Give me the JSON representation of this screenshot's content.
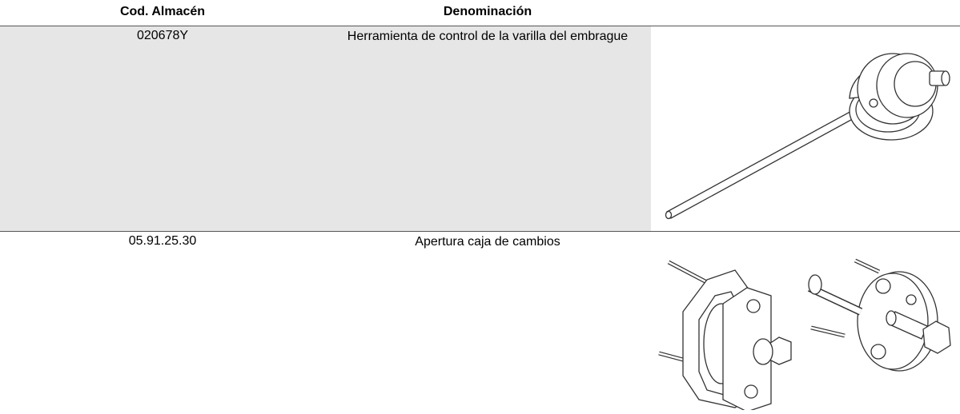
{
  "table": {
    "headers": {
      "code": "Cod. Almacén",
      "name": "Denominación"
    },
    "rows": [
      {
        "code": "020678Y",
        "name": "Herramienta de control de la varilla del embrague",
        "image_icon": "clutch-rod-control-tool-icon"
      },
      {
        "code": "05.91.25.30",
        "name": "Apertura caja de cambios",
        "image_icon": "gearbox-opening-tool-icon"
      }
    ]
  },
  "colors": {
    "row_shade": "#e6e6e6",
    "border": "#555555"
  }
}
